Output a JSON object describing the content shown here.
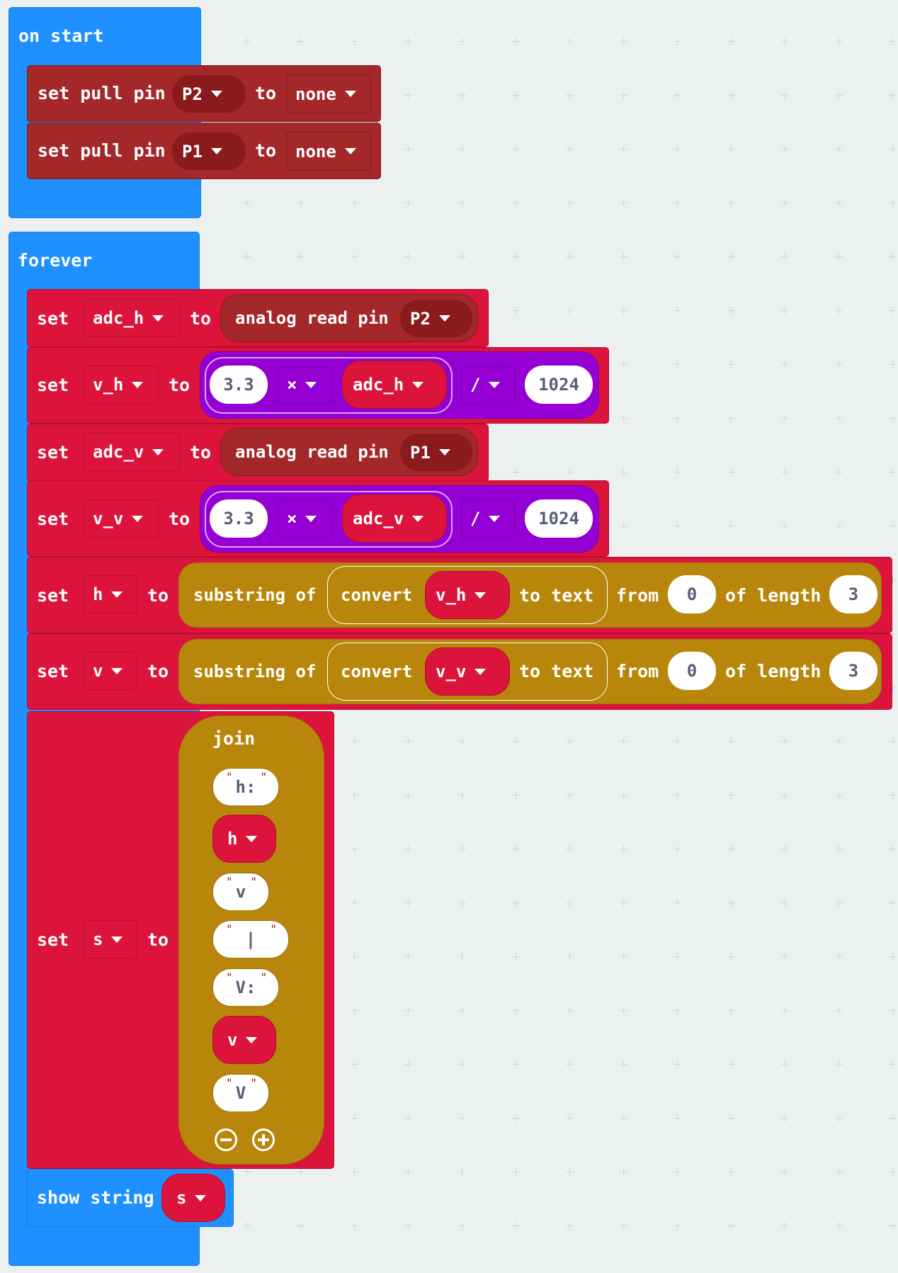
{
  "on_start": {
    "label": "on start",
    "statements": [
      {
        "prefix": "set pull pin",
        "pin": "P2",
        "to": "to",
        "mode": "none"
      },
      {
        "prefix": "set pull pin",
        "pin": "P1",
        "to": "to",
        "mode": "none"
      }
    ]
  },
  "forever": {
    "label": "forever",
    "set_kw": "set",
    "to_kw": "to",
    "adc_h": {
      "var": "adc_h",
      "read": "analog read pin",
      "pin": "P2"
    },
    "v_h": {
      "var": "v_h",
      "a": "3.3",
      "op1": "×",
      "b": "adc_h",
      "op2": "/",
      "c": "1024"
    },
    "adc_v": {
      "var": "adc_v",
      "read": "analog read pin",
      "pin": "P1"
    },
    "v_v": {
      "var": "v_v",
      "a": "3.3",
      "op1": "×",
      "b": "adc_v",
      "op2": "/",
      "c": "1024"
    },
    "h": {
      "var": "h",
      "substring": "substring of",
      "convert": "convert",
      "src": "v_h",
      "to_text": "to text",
      "from": "from",
      "start": "0",
      "of_length": "of length",
      "len": "3"
    },
    "v": {
      "var": "v",
      "substring": "substring of",
      "convert": "convert",
      "src": "v_v",
      "to_text": "to text",
      "from": "from",
      "start": "0",
      "of_length": "of length",
      "len": "3"
    },
    "s": {
      "var": "s",
      "join": "join",
      "items": [
        {
          "kind": "str",
          "value": "h:"
        },
        {
          "kind": "var",
          "value": "h"
        },
        {
          "kind": "str",
          "value": "v"
        },
        {
          "kind": "str",
          "value": " | "
        },
        {
          "kind": "str",
          "value": "V:"
        },
        {
          "kind": "var",
          "value": "v"
        },
        {
          "kind": "str",
          "value": "V"
        }
      ]
    },
    "show": {
      "label": "show string",
      "var": "s"
    }
  },
  "icons": {
    "remove": "minus-circle-icon",
    "add": "plus-circle-icon",
    "dropdown": "dropdown-caret-icon"
  },
  "colors": {
    "event": "#1e90ff",
    "pins": "#a4272a",
    "variables": "#dc143c",
    "math": "#9400d3",
    "text": "#b8860b",
    "workspace": "#ecf0f1"
  }
}
